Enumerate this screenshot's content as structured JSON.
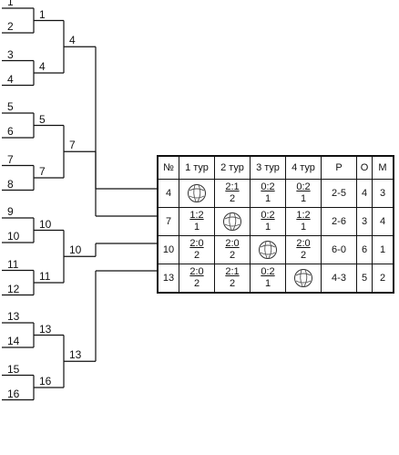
{
  "bracket": {
    "seeds": [
      "1",
      "2",
      "3",
      "4",
      "5",
      "6",
      "7",
      "8",
      "9",
      "10",
      "11",
      "12",
      "13",
      "14",
      "15",
      "16"
    ],
    "round1_winners": [
      "1",
      "4",
      "5",
      "7",
      "10",
      "11",
      "13",
      "16"
    ],
    "round2_winners": [
      "4",
      "7",
      "10",
      "13"
    ]
  },
  "table": {
    "headers": [
      "№",
      "1 тур",
      "2 тур",
      "3 тур",
      "4 тур",
      "Р",
      "О",
      "М"
    ],
    "rows": [
      {
        "team": "4",
        "cells": [
          {
            "type": "ball"
          },
          {
            "type": "score",
            "top": "2:1",
            "bottom": "2"
          },
          {
            "type": "score",
            "top": "0:2",
            "bottom": "1"
          },
          {
            "type": "score",
            "top": "0:2",
            "bottom": "1"
          }
        ],
        "p": "2-5",
        "o": "4",
        "m": "3"
      },
      {
        "team": "7",
        "cells": [
          {
            "type": "score",
            "top": "1:2",
            "bottom": "1"
          },
          {
            "type": "ball"
          },
          {
            "type": "score",
            "top": "0:2",
            "bottom": "1"
          },
          {
            "type": "score",
            "top": "1:2",
            "bottom": "1"
          }
        ],
        "p": "2-6",
        "o": "3",
        "m": "4"
      },
      {
        "team": "10",
        "cells": [
          {
            "type": "score",
            "top": "2:0",
            "bottom": "2"
          },
          {
            "type": "score",
            "top": "2:0",
            "bottom": "2"
          },
          {
            "type": "ball"
          },
          {
            "type": "score",
            "top": "2:0",
            "bottom": "2"
          }
        ],
        "p": "6-0",
        "o": "6",
        "m": "1"
      },
      {
        "team": "13",
        "cells": [
          {
            "type": "score",
            "top": "2:0",
            "bottom": "2"
          },
          {
            "type": "score",
            "top": "2:1",
            "bottom": "2"
          },
          {
            "type": "score",
            "top": "0:2",
            "bottom": "1"
          },
          {
            "type": "ball"
          }
        ],
        "p": "4-3",
        "o": "5",
        "m": "2"
      }
    ]
  }
}
